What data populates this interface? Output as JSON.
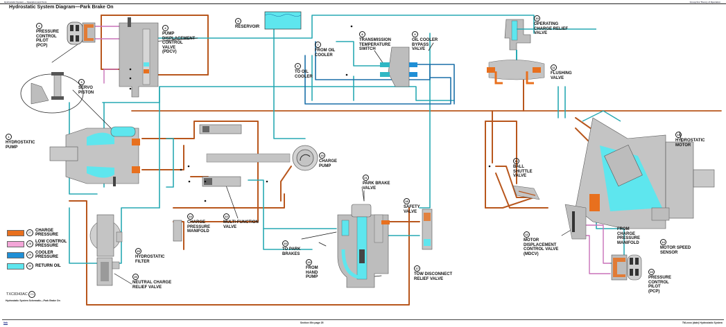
{
  "header": {
    "top_left_small": "Hydrostatic System — Operation and Tests",
    "top_right_small": "Group 0xx Theory of Operation",
    "title": "Hydrostatic System Diagram—Park Brake On"
  },
  "components": [
    {
      "num": "1",
      "label": "HYDROSTATIC\nPUMP"
    },
    {
      "num": "2",
      "label": "PRESSURE\nCONTROL\nPILOT\n(PCP)"
    },
    {
      "num": "3",
      "label": "SERVO\nPISTON"
    },
    {
      "num": "4",
      "label": "PUMP\nDISPLACEMENT\nCONTROL\nVALVE\n(PDCV)"
    },
    {
      "num": "5",
      "label": "RESERVOIR"
    },
    {
      "num": "6",
      "label": "TO OIL\nCOOLER"
    },
    {
      "num": "7",
      "label": "FROM OIL\nCOOLER"
    },
    {
      "num": "8",
      "label": "TRANSMISSION\nTEMPERATURE\nSWITCH"
    },
    {
      "num": "9",
      "label": "OIL COOLER\nBYPASS\nVALVE"
    },
    {
      "num": "10",
      "label": "OPERATING\nCHARGE RELIEF\nVALVE"
    },
    {
      "num": "11",
      "label": "FLUSHING\nVALVE"
    },
    {
      "num": "12",
      "label": "MOTOR\nDISPLACEMENT\nCONTROL VALVE\n(MDCV)"
    },
    {
      "num": "13",
      "label": "HYDROSTATIC\nMOTOR"
    },
    {
      "num": "14",
      "label": "MOTOR SPEED\nSENSOR"
    },
    {
      "num": "15",
      "label": "PRESSURE\nCONTROL\nPILOT\n(PCP)"
    },
    {
      "num": "16",
      "label": "BALL\nSHUTTLE\nVALVE"
    },
    {
      "num": "17",
      "label": "TOW DISCONNECT\nRELIEF VALVE"
    },
    {
      "num": "18",
      "label": "SAFETY\nVALVE"
    },
    {
      "num": "19",
      "label": "FROM\nHAND\nPUMP"
    },
    {
      "num": "20",
      "label": "TO PARK\nBRAKES"
    },
    {
      "num": "21",
      "label": "PARK BRAKE\nVALVE"
    },
    {
      "num": "22",
      "label": "MULTI-FUNCTION\nVALVE"
    },
    {
      "num": "23",
      "label": "CHARGE\nPUMP"
    },
    {
      "num": "24",
      "label": "CHARGE\nPRESSURE\nMANIFOLD"
    },
    {
      "num": "25",
      "label": "HYDROSTATIC\nFILTER"
    },
    {
      "num": "26",
      "label": "NEUTRAL CHARGE\nRELIEF VALVE"
    }
  ],
  "annotations": {
    "from_charge_pressure_manifold": "FROM\nCHARGE\nPRESSURE\nMANIFOLD"
  },
  "legend": [
    {
      "num": "27",
      "label": "CHARGE\nPRESSURE",
      "color": "#e8701e"
    },
    {
      "num": "28",
      "label": "LOW CONTROL\nPRESSURE",
      "color": "#f3a6d8"
    },
    {
      "num": "29",
      "label": "COOLER\nPRESSURE",
      "color": "#1f8fd6"
    },
    {
      "num": "30",
      "label": "RETURN OIL",
      "color": "#5ee6ee"
    }
  ],
  "colors": {
    "charge_line": "#b8561c",
    "return_line": "#27a9b3",
    "cooler_line": "#1a6fa8",
    "low_control_line": "#c870b8",
    "housing": "#b9b9b9",
    "return_fill": "#5ee6ee",
    "charge_fill": "#e8701e"
  },
  "figure": {
    "id": "TXC8343AC",
    "id_suffix": "C1",
    "caption": "Hydrostatic System Schematic—Park Brake On"
  },
  "footer": {
    "left": "link",
    "center": "Section 00x page 25",
    "right": "TM-xxxx (date) Hydrostatic System"
  }
}
